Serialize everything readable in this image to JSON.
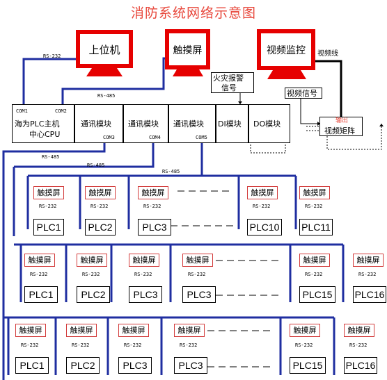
{
  "title": "消防系统网络示意图",
  "monitors": {
    "host": "上位机",
    "touch": "触摸屏",
    "video": "视频监控"
  },
  "links": {
    "rs232_top": "RS-232",
    "rs485_top": "RS-485",
    "video_line": "视频线",
    "rs485": "RS-485"
  },
  "fire_alarm": [
    "火灾报警",
    "信号"
  ],
  "video_signal": "视频信号",
  "output": "输出",
  "video_matrix": "视频矩阵",
  "cpu": {
    "com1": "COM1",
    "com2": "COM2",
    "line1": "海为PLC主机",
    "line2": "中心CPU"
  },
  "modules": {
    "comm": "通讯模块",
    "di": "DI模块",
    "do": "DO模块",
    "com3": "COM3",
    "com4": "COM4",
    "com5": "COM5"
  },
  "hmi_label": "触摸屏",
  "rs232": "RS-232",
  "rows": [
    {
      "plcs": [
        "PLC1",
        "PLC2",
        "PLC3",
        "PLC10",
        "PLC11"
      ]
    },
    {
      "plcs": [
        "PLC1",
        "PLC2",
        "PLC3",
        "PLC3",
        "PLC15",
        "PLC16"
      ]
    },
    {
      "plcs": [
        "PLC1",
        "PLC2",
        "PLC3",
        "PLC3",
        "PLC15",
        "PLC16"
      ]
    }
  ],
  "colors": {
    "bus": "#1f2ea0",
    "accent": "#e8483c",
    "monitor": "#e60000"
  }
}
